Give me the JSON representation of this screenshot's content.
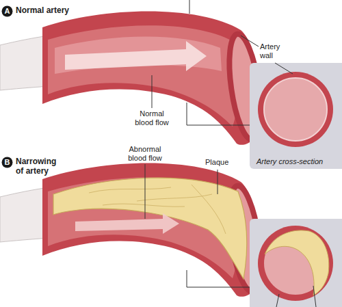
{
  "diagram": {
    "nodes": [
      {
        "text": [
          "A"
        ]
      },
      {
        "text": [
          "Artery cross-section"
        ]
      },
      {
        "text": [
          "B"
        ]
      }
    ],
    "labels": [
      "Normal artery",
      "Artery wall",
      "Normal blood flow",
      "Narrowing of artery",
      "Abnormal blood flow",
      "Plaque"
    ]
  }
}
